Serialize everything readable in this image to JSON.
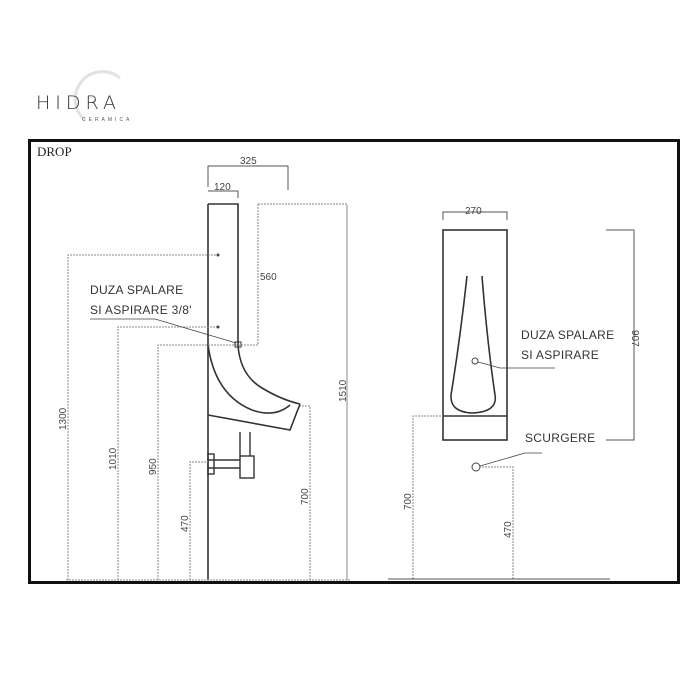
{
  "brand": {
    "name": "HIDRA",
    "subtitle": "CERAMICA"
  },
  "sheet": {
    "title": "DROP"
  },
  "side_view": {
    "dims": {
      "top_width": "325",
      "top_inner": "120",
      "tank_height": "560",
      "total_height": "1300",
      "inlet_height": "1010",
      "bowl_top": "950",
      "drain_height": "470",
      "lip_height": "700",
      "overall": "1510"
    },
    "note_line1": "DUZA  SPALARE",
    "note_line2": "SI ASPIRARE 3/8'"
  },
  "front_view": {
    "dims": {
      "width": "270",
      "body_height": "907",
      "mount_height": "700",
      "drain_height": "470"
    },
    "note_line1": "DUZA  SPALARE",
    "note_line2": "SI ASPIRARE",
    "drain_label": "SCURGERE"
  },
  "colors": {
    "line": "#333333",
    "dim": "#777777",
    "frame": "#111111"
  }
}
